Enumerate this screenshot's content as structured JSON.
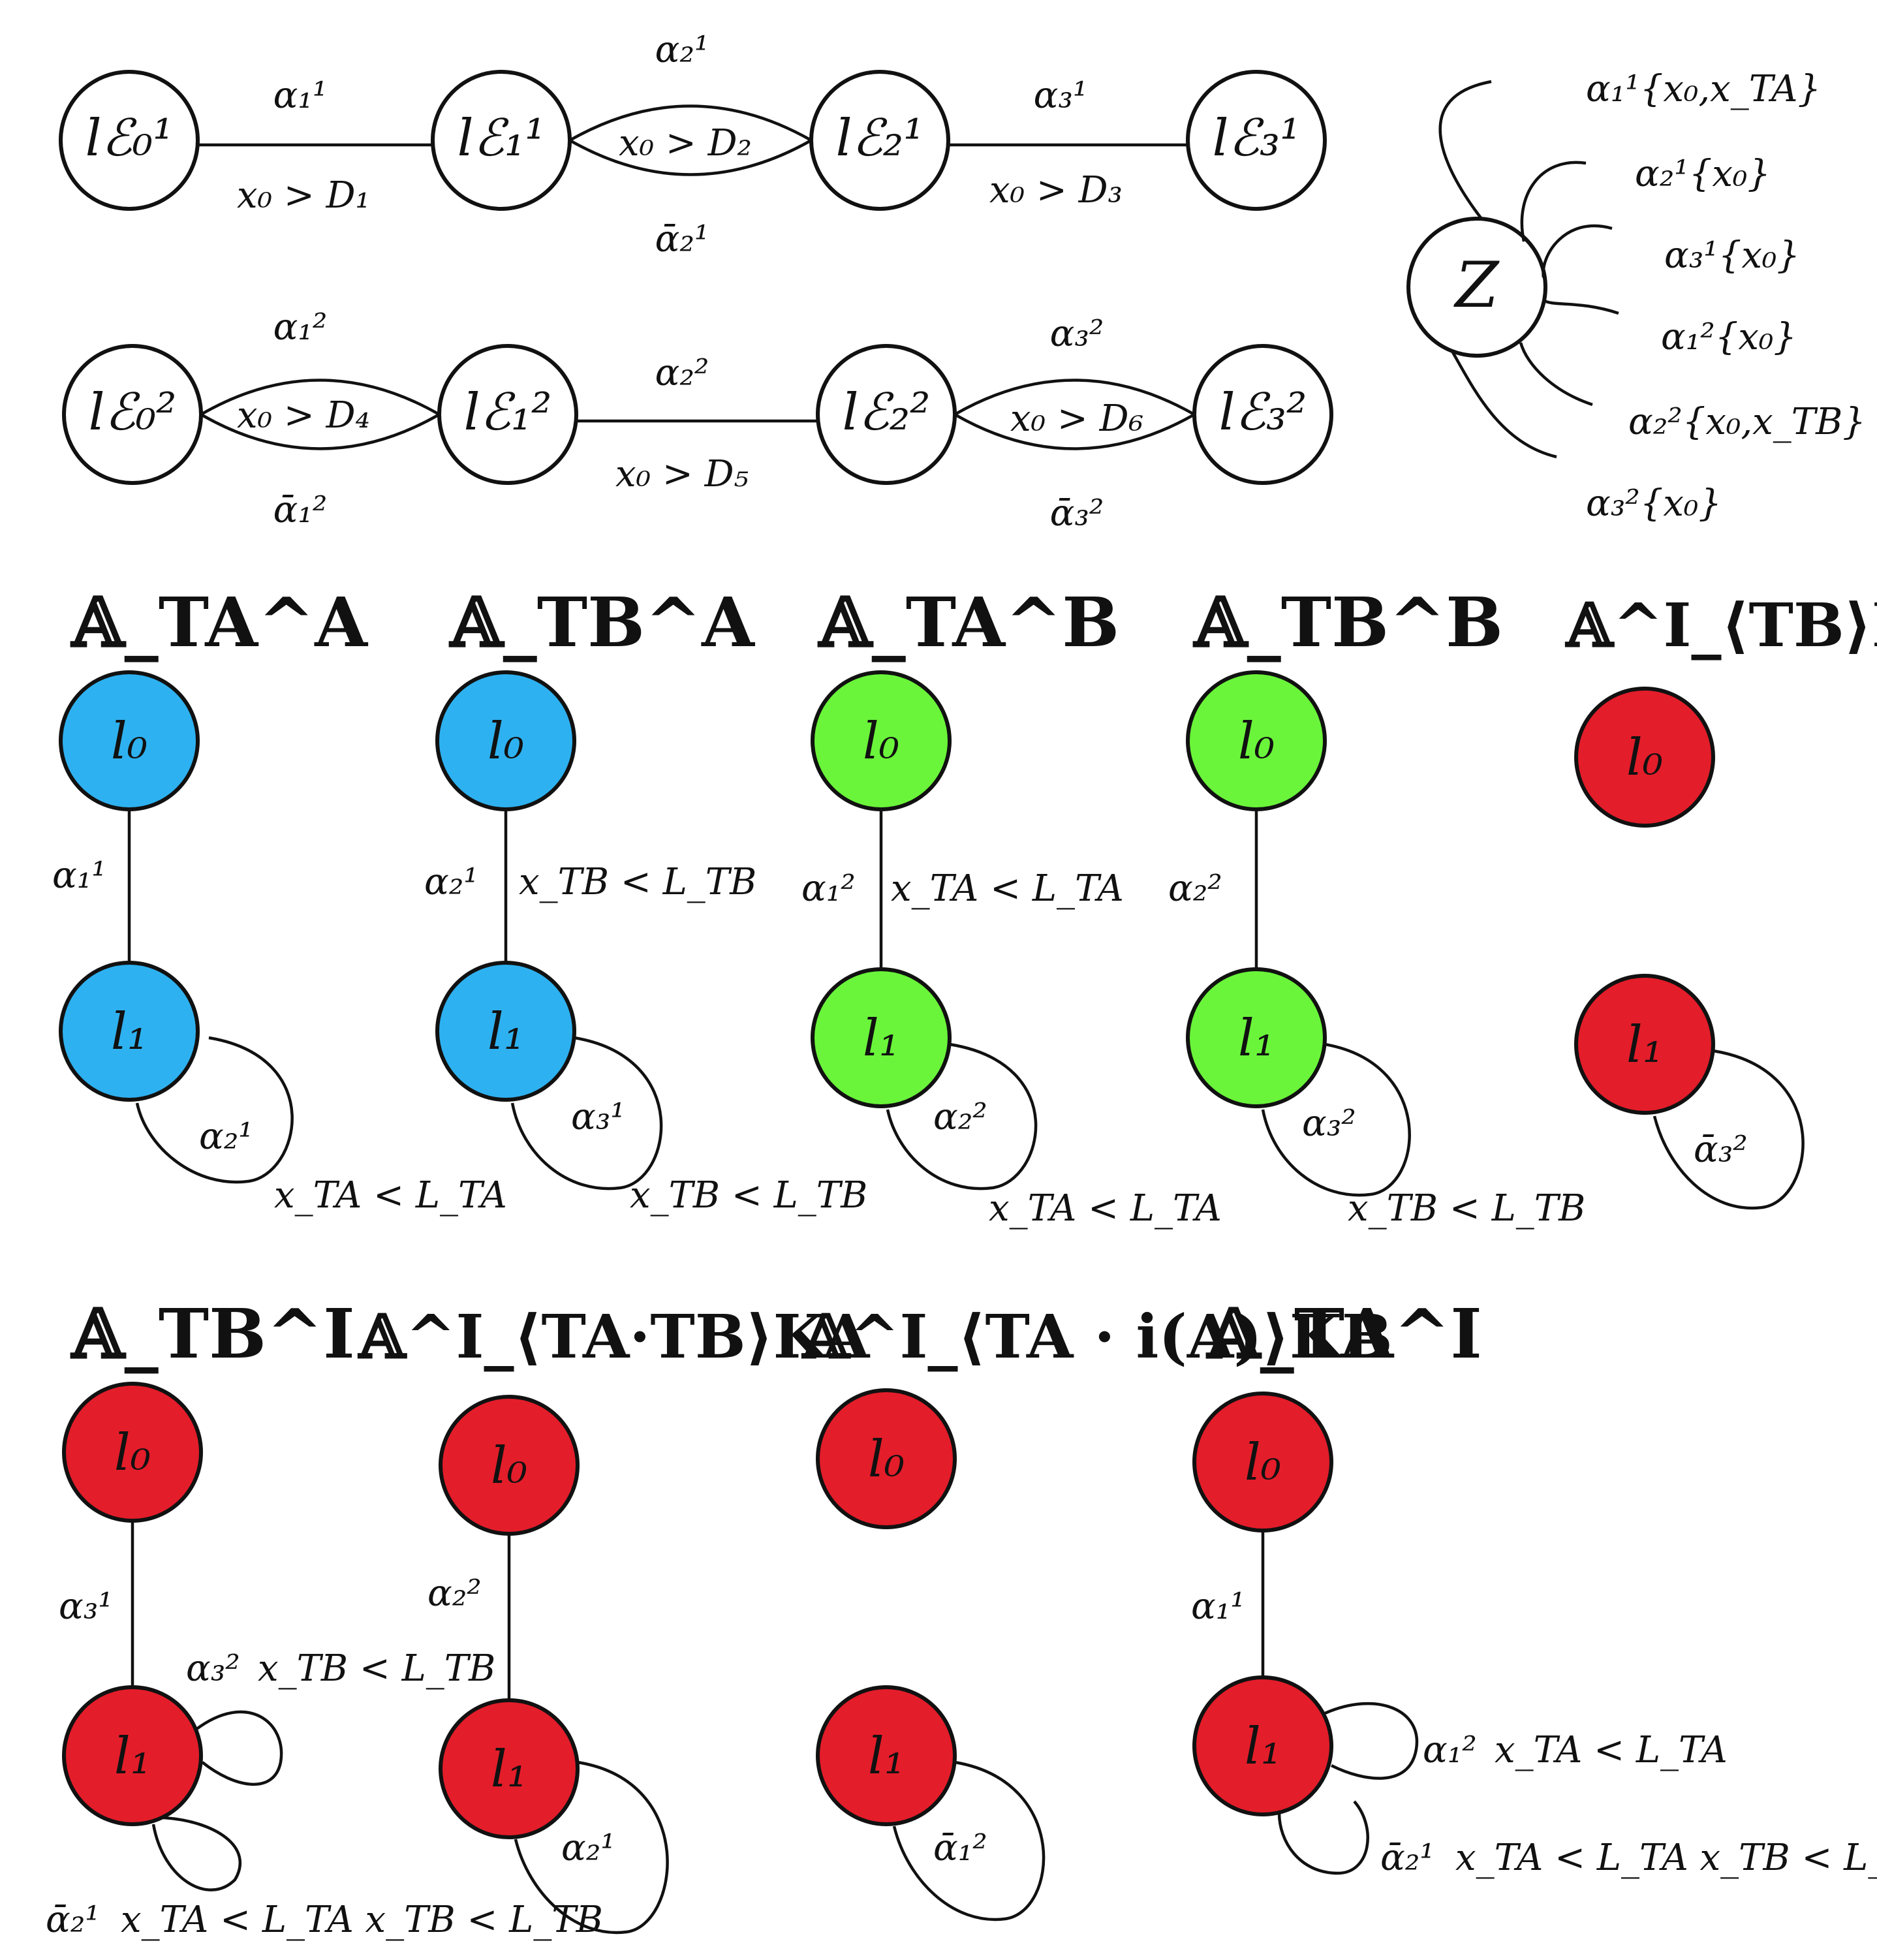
{
  "colors": {
    "blue": "#2eb1f0",
    "green": "#6af53a",
    "red": "#e41d2a",
    "white": "#ffffff",
    "ink": "#111111"
  },
  "processes": {
    "p1": {
      "states": [
        "lℰ₀¹",
        "lℰ₁¹",
        "lℰ₂¹",
        "lℰ₃¹"
      ],
      "edges": [
        {
          "top": "α₁¹",
          "bottom": "x₀ > D₁"
        },
        {
          "top": "α₂¹",
          "middle": "x₀ > D₂",
          "bottom": "ᾱ₂¹"
        },
        {
          "top": "α₃¹",
          "bottom": "x₀ > D₃"
        }
      ]
    },
    "p2": {
      "states": [
        "lℰ₀²",
        "lℰ₁²",
        "lℰ₂²",
        "lℰ₃²"
      ],
      "edges": [
        {
          "top": "α₁²",
          "middle": "x₀ > D₄",
          "bottom": "ᾱ₁²"
        },
        {
          "top": "α₂²",
          "bottom": "x₀ > D₅"
        },
        {
          "top": "α₃²",
          "middle": "x₀ > D₆",
          "bottom": "ᾱ₃²"
        }
      ]
    }
  },
  "zeno": {
    "state": "Z",
    "loops": [
      "α₁¹{x₀,x_TA}",
      "α₂¹{x₀}",
      "α₃¹{x₀}",
      "α₁²{x₀}",
      "α₂²{x₀,x_TB}",
      "α₃²{x₀}"
    ]
  },
  "automata": [
    {
      "title": "𝔸_TA^A",
      "color": "blue",
      "s0": "l₀",
      "s1": "l₁",
      "edge": "α₁¹",
      "guard": "",
      "loop": "α₂¹",
      "loop_guard": "x_TA < L_TA"
    },
    {
      "title": "𝔸_TB^A",
      "color": "blue",
      "s0": "l₀",
      "s1": "l₁",
      "edge": "α₂¹",
      "guard": "x_TB < L_TB",
      "loop": "α₃¹",
      "loop_guard": "x_TB < L_TB"
    },
    {
      "title": "𝔸_TA^B",
      "color": "green",
      "s0": "l₀",
      "s1": "l₁",
      "edge": "α₁²",
      "guard": "x_TA < L_TA",
      "loop": "α₂²",
      "loop_guard": "x_TA < L_TA"
    },
    {
      "title": "𝔸_TB^B",
      "color": "green",
      "s0": "l₀",
      "s1": "l₁",
      "edge": "α₂²",
      "guard": "",
      "loop": "α₃²",
      "loop_guard": "x_TB < L_TB"
    },
    {
      "title": "𝔸^I_⟨TB⟩KB",
      "color": "red",
      "s0": "l₀",
      "s1": "l₁",
      "edge": "",
      "guard": "",
      "loop": "ᾱ₃²",
      "loop_guard": ""
    },
    {
      "title": "𝔸_TB^I",
      "color": "red",
      "s0": "l₀",
      "s1": "l₁",
      "edge": "α₃¹",
      "guard": "",
      "loop": "α₃²",
      "loop_guard": "x_TB < L_TB",
      "loop2": "ᾱ₂¹",
      "loop2_guard": "x_TA < L_TA x_TB < L_TB"
    },
    {
      "title": "𝔸^I_⟨TA·TB⟩KA",
      "color": "red",
      "s0": "l₀",
      "s1": "l₁",
      "edge": "α₂²",
      "guard": "",
      "loop": "α₂¹",
      "loop_guard": ""
    },
    {
      "title": "𝔸^I_⟨TA · i(A)⟩KB",
      "color": "red",
      "s0": "l₀",
      "s1": "l₁",
      "edge": "",
      "guard": "",
      "loop": "ᾱ₁²",
      "loop_guard": ""
    },
    {
      "title": "𝔸_TA^I",
      "color": "red",
      "s0": "l₀",
      "s1": "l₁",
      "edge": "α₁¹",
      "guard": "",
      "loop": "α₁²",
      "loop_guard": "x_TA < L_TA",
      "loop2": "ᾱ₂¹",
      "loop2_guard": "x_TA < L_TA x_TB < L_TB"
    }
  ]
}
